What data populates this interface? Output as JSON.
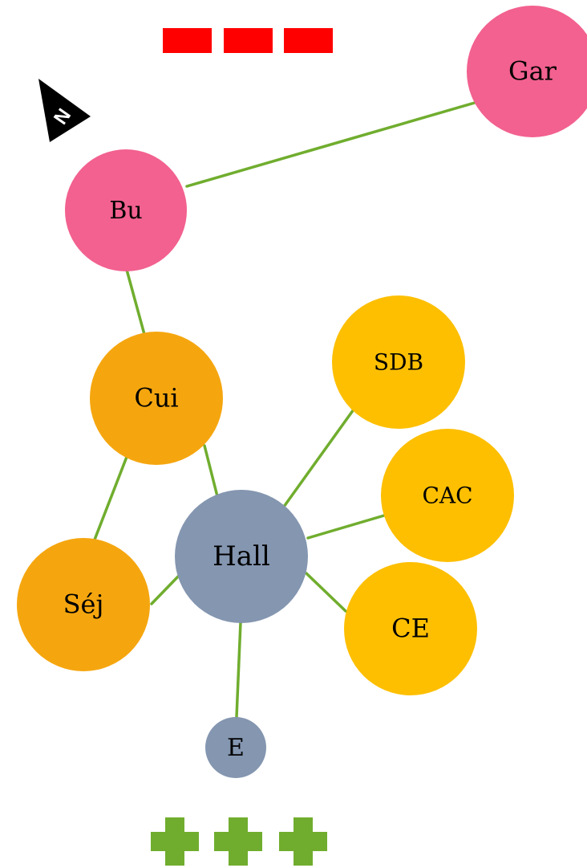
{
  "colors": {
    "background": "#ffffff",
    "edge": "#70ad2e",
    "pink": "#f2618f",
    "orange": "#f5a60f",
    "yellow": "#fdbf00",
    "slate": "#8496b0",
    "red_bars": "#ff0000",
    "green_crosses": "#70ad2e",
    "compass": "#000000"
  },
  "compass": {
    "icon": "north-arrow-icon",
    "letter": "N"
  },
  "nodes": [
    {
      "id": "gar",
      "label": "Gar",
      "color_key": "pink"
    },
    {
      "id": "bu",
      "label": "Bu",
      "color_key": "pink"
    },
    {
      "id": "cui",
      "label": "Cui",
      "color_key": "orange"
    },
    {
      "id": "sej",
      "label": "Séj",
      "color_key": "orange"
    },
    {
      "id": "hall",
      "label": "Hall",
      "color_key": "slate"
    },
    {
      "id": "e",
      "label": "E",
      "color_key": "slate"
    },
    {
      "id": "sdb",
      "label": "SDB",
      "color_key": "yellow"
    },
    {
      "id": "cac",
      "label": "CAC",
      "color_key": "yellow"
    },
    {
      "id": "ce",
      "label": "CE",
      "color_key": "yellow"
    }
  ],
  "edges": [
    {
      "from": "bu",
      "to": "gar"
    },
    {
      "from": "bu",
      "to": "cui"
    },
    {
      "from": "cui",
      "to": "hall"
    },
    {
      "from": "cui",
      "to": "sej"
    },
    {
      "from": "sej",
      "to": "hall"
    },
    {
      "from": "hall",
      "to": "sdb"
    },
    {
      "from": "hall",
      "to": "cac"
    },
    {
      "from": "hall",
      "to": "ce"
    },
    {
      "from": "hall",
      "to": "e"
    }
  ],
  "top_marks": {
    "count": 3,
    "shape": "red-bar"
  },
  "bottom_marks": {
    "count": 3,
    "shape": "green-cross"
  }
}
